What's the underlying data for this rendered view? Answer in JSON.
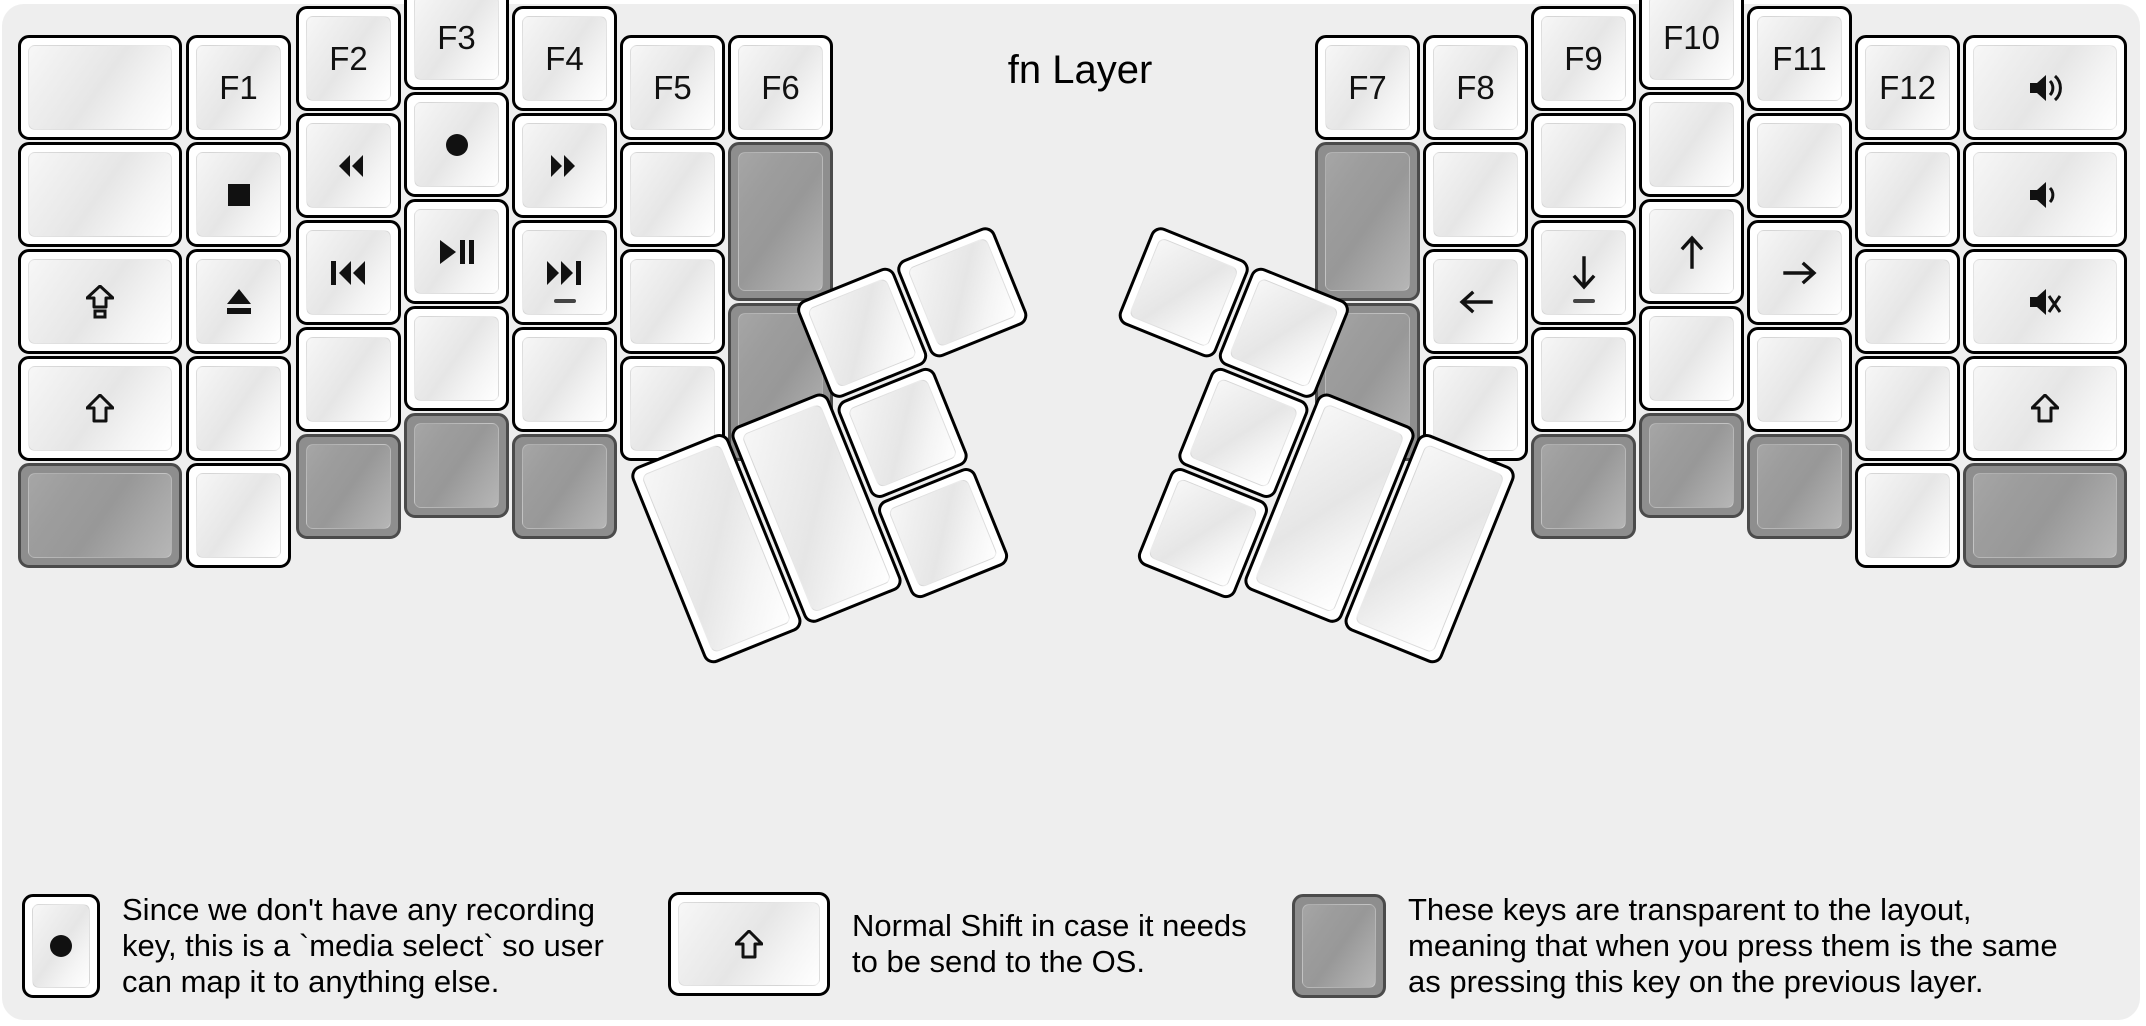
{
  "page": {
    "title": "fn Layer",
    "background_color": "#eeeeee",
    "key_face_color": "#ffffff",
    "transparent_key_color": "#8e8e8e",
    "outline_color": "#000000"
  },
  "left_half": {
    "name": "left-keyboard-half",
    "columns": [
      {
        "name": "col-1",
        "keys": [
          {
            "name": "key-blank-r1c1",
            "label": "",
            "icon": "",
            "state": "normal"
          },
          {
            "name": "key-blank-r2c1",
            "label": "",
            "icon": "",
            "state": "normal"
          },
          {
            "name": "key-caps-lock",
            "label": "",
            "icon": "caps-lock-icon",
            "state": "normal"
          },
          {
            "name": "key-shift-left",
            "label": "",
            "icon": "shift-icon",
            "state": "normal"
          },
          {
            "name": "key-transparent-r5c1",
            "label": "",
            "icon": "",
            "state": "transparent"
          }
        ]
      },
      {
        "name": "col-2",
        "keys": [
          {
            "name": "key-f1",
            "label": "F1",
            "icon": "",
            "state": "normal"
          },
          {
            "name": "key-media-stop",
            "label": "",
            "icon": "media-stop-icon",
            "state": "normal"
          },
          {
            "name": "key-media-eject",
            "label": "",
            "icon": "media-eject-icon",
            "state": "normal"
          },
          {
            "name": "key-blank-r4c2",
            "label": "",
            "icon": "",
            "state": "normal"
          },
          {
            "name": "key-blank-r5c2",
            "label": "",
            "icon": "",
            "state": "normal"
          }
        ]
      },
      {
        "name": "col-3",
        "keys": [
          {
            "name": "key-f2",
            "label": "F2",
            "icon": "",
            "state": "normal"
          },
          {
            "name": "key-media-rewind",
            "label": "",
            "icon": "media-rewind-icon",
            "state": "normal"
          },
          {
            "name": "key-media-prev-track",
            "label": "",
            "icon": "media-prev-track-icon",
            "state": "normal"
          },
          {
            "name": "key-blank-r4c3",
            "label": "",
            "icon": "",
            "state": "normal"
          },
          {
            "name": "key-transparent-r5c3",
            "label": "",
            "icon": "",
            "state": "transparent"
          }
        ]
      },
      {
        "name": "col-4",
        "keys": [
          {
            "name": "key-f3",
            "label": "F3",
            "icon": "",
            "state": "normal"
          },
          {
            "name": "key-media-select",
            "label": "",
            "icon": "media-record-icon",
            "state": "normal"
          },
          {
            "name": "key-media-play-pause",
            "label": "",
            "icon": "media-play-pause-icon",
            "state": "normal"
          },
          {
            "name": "key-blank-r4c4",
            "label": "",
            "icon": "",
            "state": "normal"
          },
          {
            "name": "key-transparent-r5c4",
            "label": "",
            "icon": "",
            "state": "transparent"
          }
        ]
      },
      {
        "name": "col-5",
        "keys": [
          {
            "name": "key-f4",
            "label": "F4",
            "icon": "",
            "state": "normal"
          },
          {
            "name": "key-media-fast-forward",
            "label": "",
            "icon": "media-ffwd-icon",
            "state": "normal"
          },
          {
            "name": "key-media-next-track",
            "label": "",
            "icon": "media-next-track-icon",
            "state": "normal",
            "homing": true
          },
          {
            "name": "key-blank-r4c5",
            "label": "",
            "icon": "",
            "state": "normal"
          },
          {
            "name": "key-transparent-r5c5",
            "label": "",
            "icon": "",
            "state": "transparent"
          }
        ]
      },
      {
        "name": "col-6",
        "keys": [
          {
            "name": "key-f5",
            "label": "F5",
            "icon": "",
            "state": "normal"
          },
          {
            "name": "key-blank-r2c6",
            "label": "",
            "icon": "",
            "state": "normal"
          },
          {
            "name": "key-blank-r3c6",
            "label": "",
            "icon": "",
            "state": "normal"
          },
          {
            "name": "key-blank-r4c6",
            "label": "",
            "icon": "",
            "state": "normal"
          }
        ]
      },
      {
        "name": "col-7",
        "keys": [
          {
            "name": "key-f6",
            "label": "F6",
            "icon": "",
            "state": "normal"
          },
          {
            "name": "key-transparent-r2c7",
            "label": "",
            "icon": "",
            "state": "transparent"
          },
          {
            "name": "key-transparent-r3c7",
            "label": "",
            "icon": "",
            "state": "transparent"
          }
        ]
      }
    ],
    "thumb_cluster": {
      "name": "left-thumb-cluster",
      "keys": [
        {
          "name": "thumb-left-1",
          "label": "",
          "icon": "",
          "state": "normal"
        },
        {
          "name": "thumb-left-2",
          "label": "",
          "icon": "",
          "state": "normal"
        },
        {
          "name": "thumb-left-3",
          "label": "",
          "icon": "",
          "state": "normal"
        },
        {
          "name": "thumb-left-4",
          "label": "",
          "icon": "",
          "state": "normal"
        },
        {
          "name": "thumb-left-5",
          "label": "",
          "icon": "",
          "state": "normal"
        },
        {
          "name": "thumb-left-6",
          "label": "",
          "icon": "",
          "state": "normal"
        }
      ]
    }
  },
  "right_half": {
    "name": "right-keyboard-half",
    "columns": [
      {
        "name": "col-8",
        "keys": [
          {
            "name": "key-f7",
            "label": "F7",
            "icon": "",
            "state": "normal"
          },
          {
            "name": "key-transparent-r2c8",
            "label": "",
            "icon": "",
            "state": "transparent"
          },
          {
            "name": "key-transparent-r3c8",
            "label": "",
            "icon": "",
            "state": "transparent"
          }
        ]
      },
      {
        "name": "col-9",
        "keys": [
          {
            "name": "key-f8",
            "label": "F8",
            "icon": "",
            "state": "normal"
          },
          {
            "name": "key-blank-r2c9",
            "label": "",
            "icon": "",
            "state": "normal"
          },
          {
            "name": "key-arrow-left",
            "label": "",
            "icon": "arrow-left-icon",
            "state": "normal"
          },
          {
            "name": "key-blank-r4c9",
            "label": "",
            "icon": "",
            "state": "normal"
          }
        ]
      },
      {
        "name": "col-10",
        "keys": [
          {
            "name": "key-f9",
            "label": "F9",
            "icon": "",
            "state": "normal"
          },
          {
            "name": "key-blank-r2c10",
            "label": "",
            "icon": "",
            "state": "normal"
          },
          {
            "name": "key-arrow-down",
            "label": "",
            "icon": "arrow-down-icon",
            "state": "normal",
            "homing": true
          },
          {
            "name": "key-blank-r4c10",
            "label": "",
            "icon": "",
            "state": "normal"
          },
          {
            "name": "key-transparent-r5c10",
            "label": "",
            "icon": "",
            "state": "transparent"
          }
        ]
      },
      {
        "name": "col-11",
        "keys": [
          {
            "name": "key-f10",
            "label": "F10",
            "icon": "",
            "state": "normal"
          },
          {
            "name": "key-blank-r2c11",
            "label": "",
            "icon": "",
            "state": "normal"
          },
          {
            "name": "key-arrow-up",
            "label": "",
            "icon": "arrow-up-icon",
            "state": "normal"
          },
          {
            "name": "key-blank-r4c11",
            "label": "",
            "icon": "",
            "state": "normal"
          },
          {
            "name": "key-transparent-r5c11",
            "label": "",
            "icon": "",
            "state": "transparent"
          }
        ]
      },
      {
        "name": "col-12",
        "keys": [
          {
            "name": "key-f11",
            "label": "F11",
            "icon": "",
            "state": "normal"
          },
          {
            "name": "key-blank-r2c12",
            "label": "",
            "icon": "",
            "state": "normal"
          },
          {
            "name": "key-arrow-right",
            "label": "",
            "icon": "arrow-right-icon",
            "state": "normal"
          },
          {
            "name": "key-blank-r4c12",
            "label": "",
            "icon": "",
            "state": "normal"
          },
          {
            "name": "key-transparent-r5c12",
            "label": "",
            "icon": "",
            "state": "transparent"
          }
        ]
      },
      {
        "name": "col-13",
        "keys": [
          {
            "name": "key-f12",
            "label": "F12",
            "icon": "",
            "state": "normal"
          },
          {
            "name": "key-blank-r2c13",
            "label": "",
            "icon": "",
            "state": "normal"
          },
          {
            "name": "key-blank-r3c13",
            "label": "",
            "icon": "",
            "state": "normal"
          },
          {
            "name": "key-blank-r4c13",
            "label": "",
            "icon": "",
            "state": "normal"
          },
          {
            "name": "key-blank-r5c13",
            "label": "",
            "icon": "",
            "state": "normal"
          }
        ]
      },
      {
        "name": "col-14",
        "keys": [
          {
            "name": "key-volume-up",
            "label": "",
            "icon": "volume-up-icon",
            "state": "normal"
          },
          {
            "name": "key-volume-down",
            "label": "",
            "icon": "volume-down-icon",
            "state": "normal"
          },
          {
            "name": "key-volume-mute",
            "label": "",
            "icon": "volume-mute-icon",
            "state": "normal"
          },
          {
            "name": "key-shift-right",
            "label": "",
            "icon": "shift-icon",
            "state": "normal"
          },
          {
            "name": "key-transparent-r5c14",
            "label": "",
            "icon": "",
            "state": "transparent"
          }
        ]
      }
    ],
    "thumb_cluster": {
      "name": "right-thumb-cluster",
      "keys": [
        {
          "name": "thumb-right-1",
          "label": "",
          "icon": "",
          "state": "normal"
        },
        {
          "name": "thumb-right-2",
          "label": "",
          "icon": "",
          "state": "normal"
        },
        {
          "name": "thumb-right-3",
          "label": "",
          "icon": "",
          "state": "normal"
        },
        {
          "name": "thumb-right-4",
          "label": "",
          "icon": "",
          "state": "normal"
        },
        {
          "name": "thumb-right-5",
          "label": "",
          "icon": "",
          "state": "normal"
        },
        {
          "name": "thumb-right-6",
          "label": "",
          "icon": "",
          "state": "normal"
        }
      ]
    }
  },
  "legend": [
    {
      "name": "legend-media-select",
      "key_icon": "media-record-icon",
      "key_state": "normal",
      "text": "Since we don't have any recording\nkey, this is a `media select` so user\ncan map it to anything else."
    },
    {
      "name": "legend-normal-shift",
      "key_icon": "shift-icon",
      "key_state": "normal",
      "text": "Normal Shift in case it needs\nto be send to the OS."
    },
    {
      "name": "legend-transparent",
      "key_icon": "",
      "key_state": "transparent",
      "text": "These keys are transparent to the layout,\nmeaning that when you press them is the same\nas pressing this key on the previous layer."
    }
  ]
}
